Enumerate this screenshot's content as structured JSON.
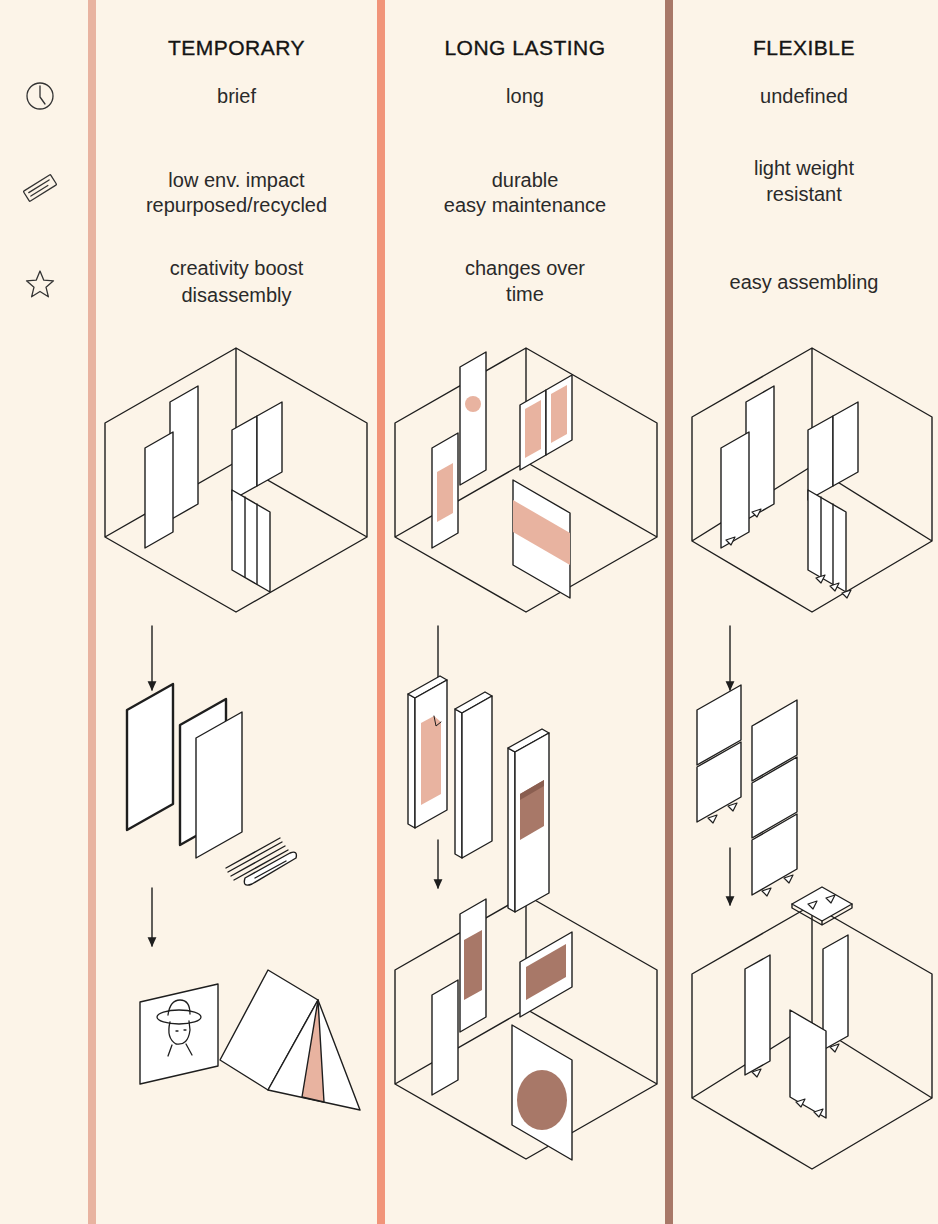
{
  "diagram": {
    "nodes": [
      {
        "text": [
          "TEMPORARY",
          "brief",
          "low env. impact",
          "repurposed/recycled",
          "creativity boost",
          "disassembly"
        ]
      },
      {
        "text": [
          "LONG LASTING",
          "long",
          "durable",
          "easy maintenance",
          "changes over time"
        ]
      },
      {
        "text": [
          "FLEXIBLE",
          "undefined",
          "light weight",
          "resistant",
          "easy assembling"
        ]
      }
    ]
  }
}
